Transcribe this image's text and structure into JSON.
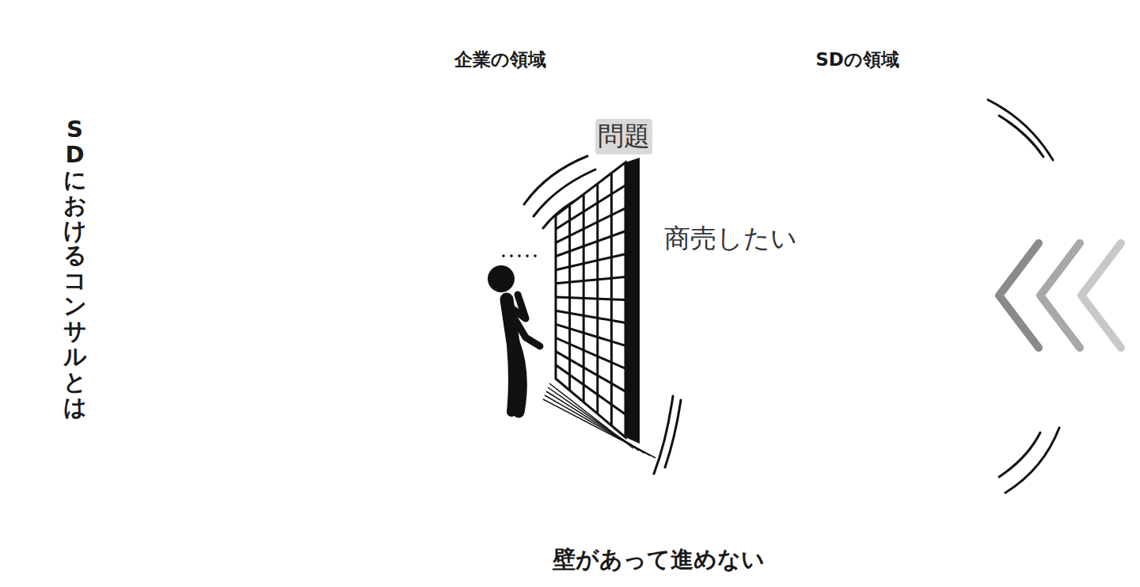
{
  "diagram": {
    "nodes": [
      {
        "text": [
          "SDにおけるコンサルとは"
        ]
      },
      {
        "text": [
          "企業の領域"
        ]
      },
      {
        "text": [
          "SDの領域"
        ]
      }
    ],
    "labels": [
      "問題",
      "商売したい",
      "壁があって進めない"
    ]
  }
}
